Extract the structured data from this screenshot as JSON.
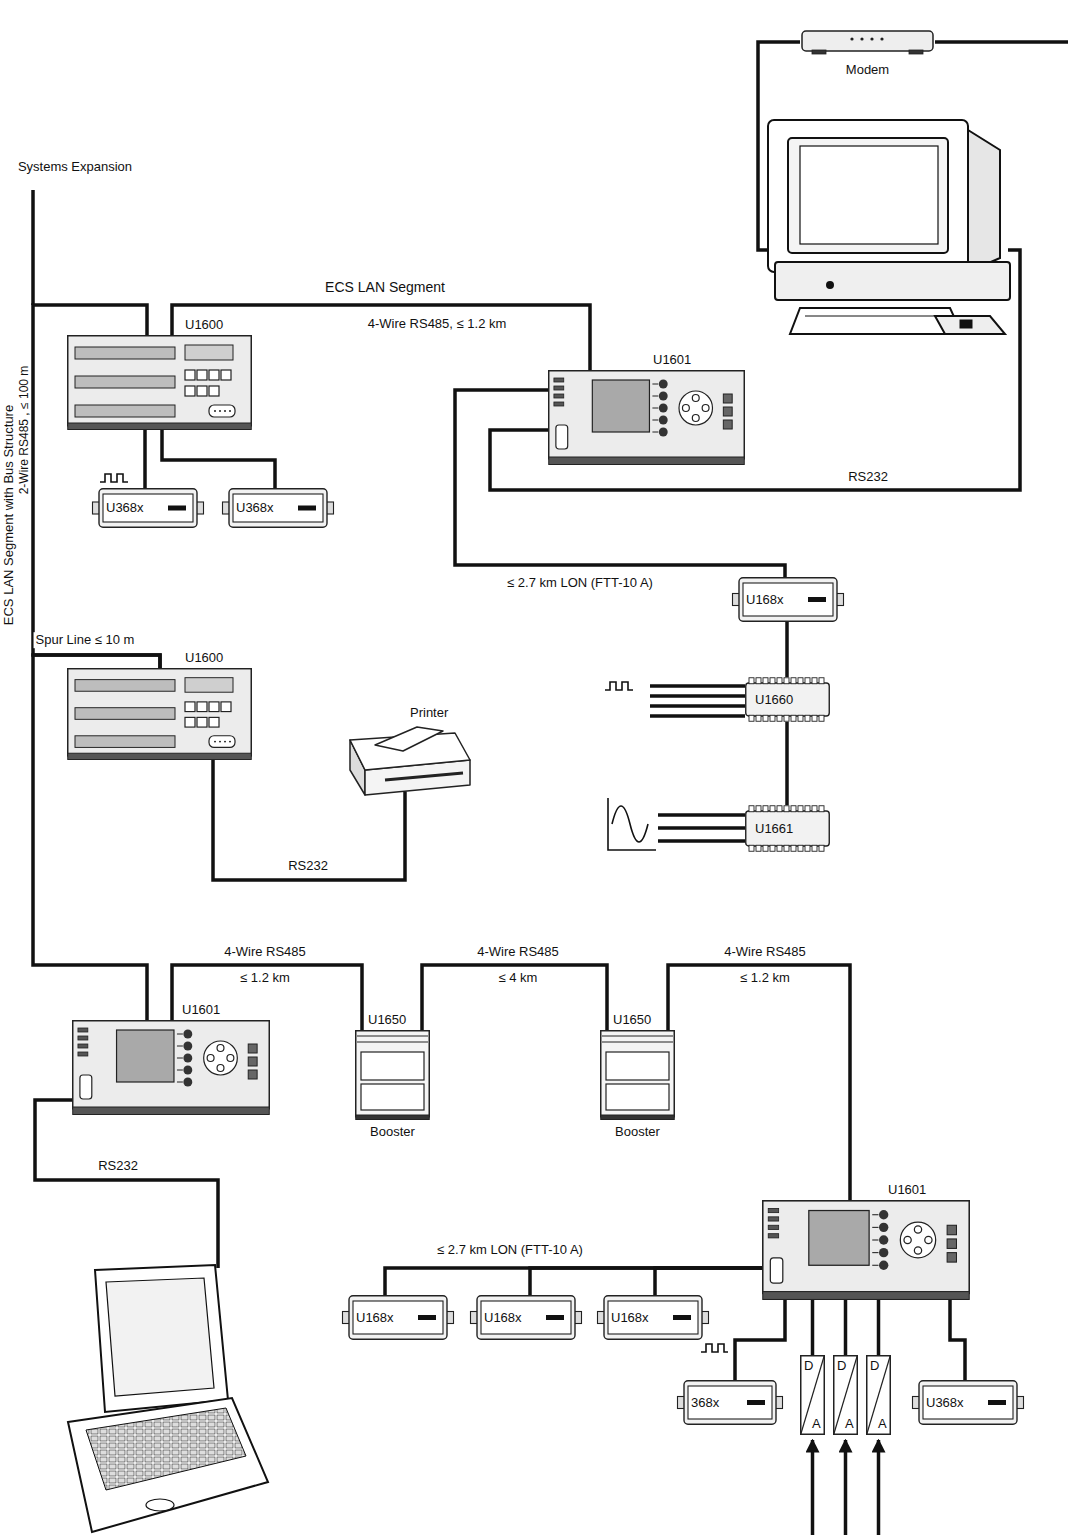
{
  "diagram": {
    "nodes": [
      {
        "text": [
          "Modem"
        ]
      },
      {
        "text": [
          "U1600"
        ]
      },
      {
        "text": [
          "U1601"
        ]
      },
      {
        "text": [
          "U368x"
        ]
      },
      {
        "text": [
          "U368x"
        ]
      },
      {
        "text": [
          "U168x"
        ]
      },
      {
        "text": [
          "U1600"
        ]
      },
      {
        "text": [
          "Printer"
        ]
      },
      {
        "text": [
          "U1660"
        ]
      },
      {
        "text": [
          "U1661"
        ]
      },
      {
        "text": [
          "U1601"
        ]
      },
      {
        "text": [
          "U1650",
          "Booster"
        ]
      },
      {
        "text": [
          "U1650",
          "Booster"
        ]
      },
      {
        "text": [
          "U1601"
        ]
      },
      {
        "text": [
          "U168x"
        ]
      },
      {
        "text": [
          "U168x"
        ]
      },
      {
        "text": [
          "U168x"
        ]
      },
      {
        "text": [
          "368x"
        ]
      },
      {
        "text": [
          "U368x"
        ]
      },
      {
        "text": [
          "D",
          "A"
        ]
      },
      {
        "text": [
          "D",
          "A"
        ]
      },
      {
        "text": [
          "D",
          "A"
        ]
      }
    ],
    "edges": [
      {
        "from": 1,
        "to": 2,
        "arrow": "none",
        "label": "4-Wire RS485, ≤ 1.2 km"
      },
      {
        "from": 1,
        "to": 3,
        "arrow": "none"
      },
      {
        "from": 1,
        "to": 4,
        "arrow": "none"
      },
      {
        "from": 1,
        "to": 6,
        "arrow": "none"
      },
      {
        "from": 6,
        "to": 7,
        "arrow": "none",
        "label": "RS232"
      },
      {
        "from": 6,
        "to": 10,
        "arrow": "none"
      },
      {
        "from": 2,
        "to": 5,
        "arrow": "none",
        "label": "≤ 2.7 km LON (FTT-10 A)"
      },
      {
        "from": 5,
        "to": 8,
        "arrow": "none"
      },
      {
        "from": 8,
        "to": 9,
        "arrow": "none"
      },
      {
        "from": 10,
        "to": 11,
        "arrow": "none",
        "label": "4-Wire RS485 ≤ 1.2 km"
      },
      {
        "from": 11,
        "to": 12,
        "arrow": "none",
        "label": "4-Wire RS485 ≤ 4 km"
      },
      {
        "from": 12,
        "to": 13,
        "arrow": "none",
        "label": "4-Wire RS485 ≤ 1.2 km"
      },
      {
        "from": 13,
        "to": 14,
        "arrow": "none",
        "label": "≤ 2.7 km LON (FTT-10 A)"
      },
      {
        "from": 13,
        "to": 15,
        "arrow": "none"
      },
      {
        "from": 13,
        "to": 16,
        "arrow": "none"
      },
      {
        "from": 13,
        "to": 17,
        "arrow": "none"
      },
      {
        "from": 13,
        "to": 18,
        "arrow": "none"
      },
      {
        "from": 19,
        "to": 13,
        "arrow": "none"
      },
      {
        "from": 20,
        "to": 13,
        "arrow": "none"
      },
      {
        "from": 21,
        "to": 13,
        "arrow": "none"
      }
    ],
    "labels": [
      "Systems Expansion",
      "ECS LAN Segment",
      "ECS LAN Segment with Bus Structure",
      "2-Wire RS485 , ≤ 100 m",
      "Spur Line ≤ 10 m",
      "RS232",
      "RS232"
    ]
  }
}
